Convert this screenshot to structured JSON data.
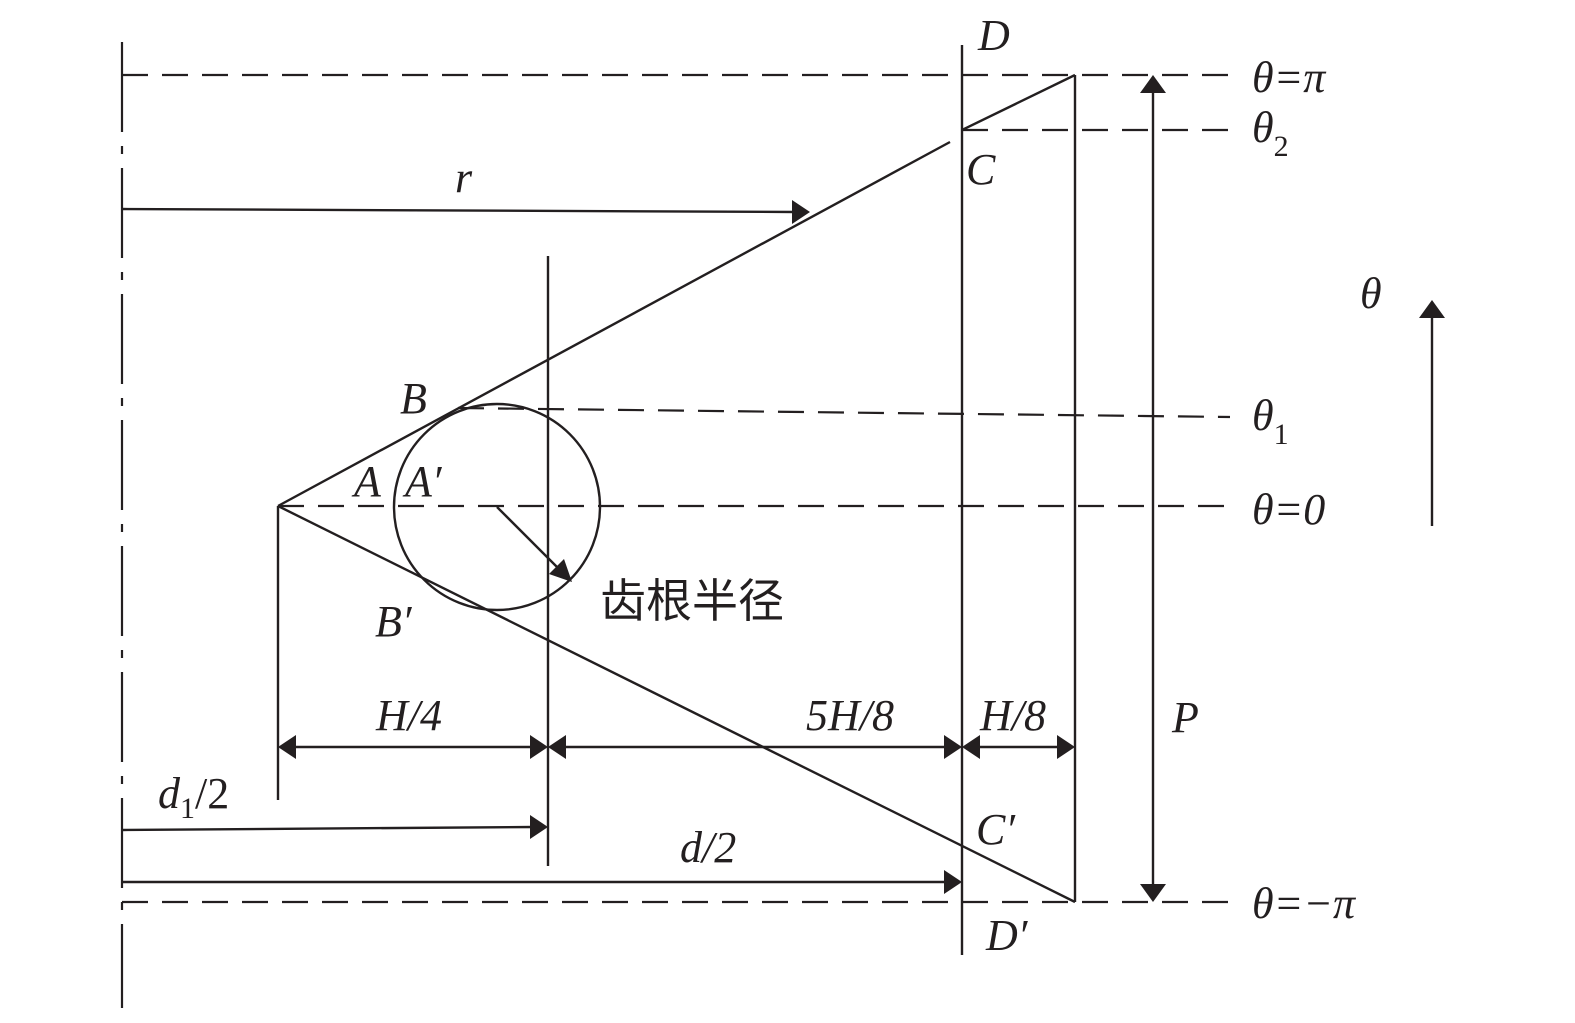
{
  "labels": {
    "D": "D",
    "C": "C",
    "B": "B",
    "A": "A",
    "A_prime": "A′",
    "B_prime": "B′",
    "C_prime": "C′",
    "D_prime": "D′",
    "r": "r",
    "P": "P",
    "theta": "θ",
    "theta_pi": "θ=π",
    "theta_2": "θ",
    "theta_2_sub": "2",
    "theta_1": "θ",
    "theta_1_sub": "1",
    "theta_0": "θ=0",
    "theta_neg_pi": "θ=−π",
    "root_radius": "齿根半径",
    "h_quarter": "H/4",
    "h_five_eighths": "5H/8",
    "h_eighth": "H/8",
    "d1_half_d": "d",
    "d1_half_sub": "1",
    "d1_half_rest": "/2",
    "d_half": "d/2"
  }
}
